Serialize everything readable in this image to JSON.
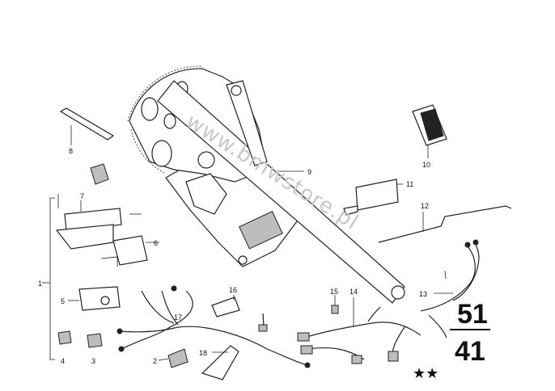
{
  "diagram": {
    "callouts": [
      {
        "id": "c1",
        "text": "1"
      },
      {
        "id": "c2",
        "text": "2"
      },
      {
        "id": "c3",
        "text": "3"
      },
      {
        "id": "c4",
        "text": "4"
      },
      {
        "id": "c5",
        "text": "5"
      },
      {
        "id": "c6",
        "text": "6"
      },
      {
        "id": "c7",
        "text": "7"
      },
      {
        "id": "c8",
        "text": "8"
      },
      {
        "id": "c9",
        "text": "9"
      },
      {
        "id": "c10",
        "text": "10"
      },
      {
        "id": "c11",
        "text": "11"
      },
      {
        "id": "c12",
        "text": "12"
      },
      {
        "id": "c13",
        "text": "13"
      },
      {
        "id": "c14",
        "text": "14"
      },
      {
        "id": "c15",
        "text": "15"
      },
      {
        "id": "c16",
        "text": "16"
      },
      {
        "id": "c17",
        "text": "17"
      },
      {
        "id": "c18",
        "text": "18"
      }
    ],
    "group_top": "51",
    "group_bottom": "41",
    "stars": "★★",
    "watermark": "www.bmwstore.pl"
  }
}
